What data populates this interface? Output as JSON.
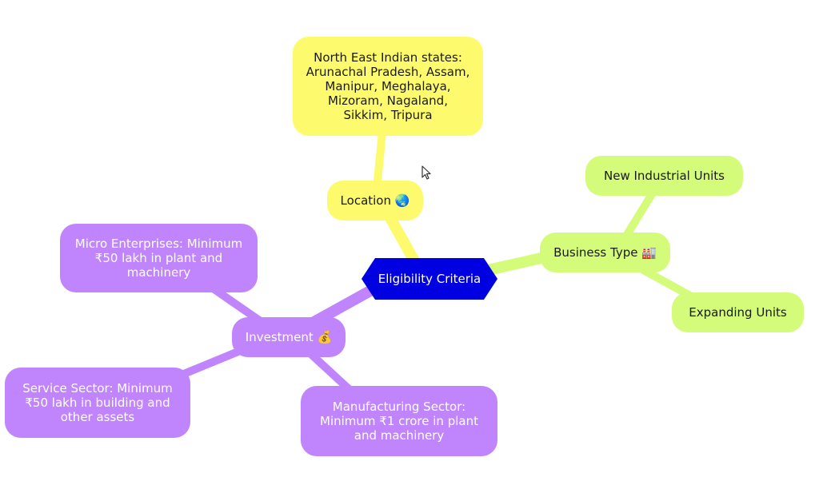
{
  "mindmap": {
    "root": {
      "label": "Eligibility Criteria"
    },
    "location": {
      "label": "Location 🌏",
      "states": "North East Indian states: Arunachal Pradesh, Assam, Manipur, Meghalaya, Mizoram, Nagaland, Sikkim, Tripura"
    },
    "business_type": {
      "label": "Business Type 🏭",
      "children": [
        "New Industrial Units",
        "Expanding Units"
      ]
    },
    "investment": {
      "label": "Investment 💰",
      "children": [
        "Micro Enterprises: Minimum ₹50 lakh in plant and machinery",
        "Service Sector: Minimum ₹50 lakh in building and other assets",
        "Manufacturing Sector: Minimum ₹1 crore in plant and machinery"
      ]
    }
  },
  "colors": {
    "root": "#0000e0",
    "location": "#fdfb6d",
    "business_type": "#d4fb79",
    "investment": "#c084fc"
  }
}
